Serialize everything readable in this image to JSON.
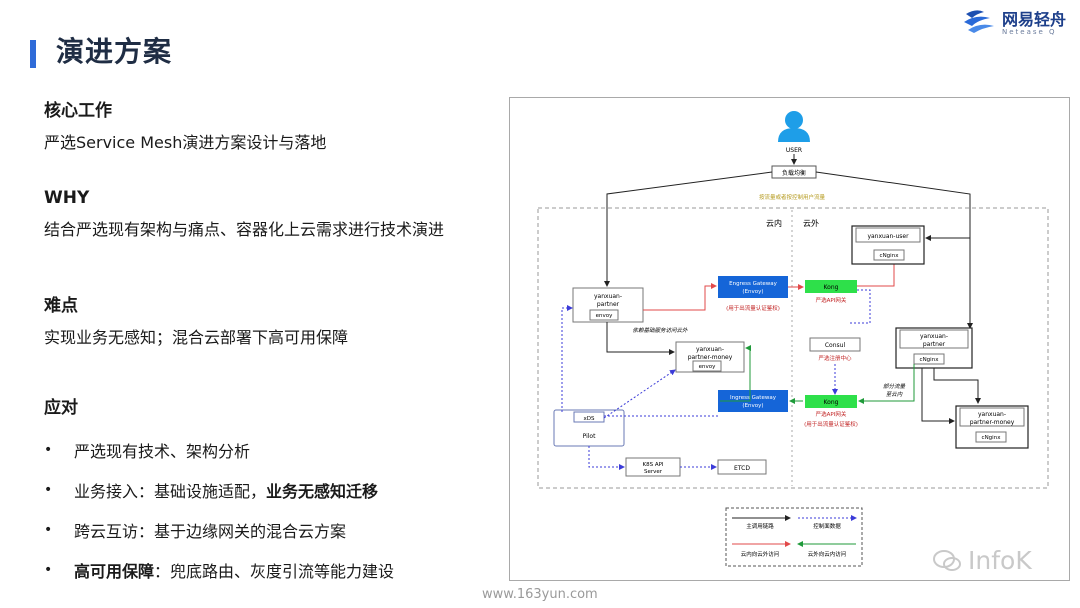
{
  "header": {
    "title": "演进方案"
  },
  "logo": {
    "text": "网易轻舟",
    "sub": "Netease Q"
  },
  "sections": {
    "core": {
      "heading": "核心工作",
      "text": "严选Service Mesh演进方案设计与落地"
    },
    "why": {
      "heading": "WHY",
      "text": "结合严选现有架构与痛点、容器化上云需求进行技术演进"
    },
    "difficulty": {
      "heading": "难点",
      "text": "实现业务无感知；混合云部署下高可用保障"
    },
    "response": {
      "heading": "应对",
      "b1": "严选现有技术、架构分析",
      "b2_pre": "业务接入：基础设施适配，",
      "b2_bold": "业务无感知迁移",
      "b3": "跨云互访：基于边缘网关的混合云方案",
      "b4_bold": "高可用保障",
      "b4_post": "：兜底路由、灰度引流等能力建设"
    }
  },
  "diagram": {
    "user": "USER",
    "lb": "负载均衡",
    "lb_note": "按流量或者按控制用户流量",
    "cloud_in": "云内",
    "cloud_out": "云外",
    "partner_in": [
      "yanxuan-",
      "partner"
    ],
    "envoy": "envoy",
    "egress": [
      "Engress Gateway",
      "(Envoy)"
    ],
    "egress_note": "(用于出流量认证鉴权)",
    "egress_dep": "依赖基础服务访问云外",
    "money_in": [
      "yanxuan-",
      "partner-money"
    ],
    "ingress": [
      "Ingress Gateway",
      "(Envoy)"
    ],
    "xds": "xDS",
    "pilot": "Pilot",
    "k8s": [
      "K8S API",
      "Server"
    ],
    "etcd": "ETCD",
    "kong": "Kong",
    "kong1_label": "严选API网关",
    "kong2_label": "严选API网关",
    "kong2_note": "(用于出流量认证鉴权)",
    "consul": "Consul",
    "consul_label": "严选注册中心",
    "user_out": "yanxuan-user",
    "cnginx": "cNginx",
    "partner_out": [
      "yanxuan-",
      "partner"
    ],
    "split_note": [
      "部分流量",
      "至云内"
    ],
    "money_out": [
      "yanxuan-",
      "partner-money"
    ],
    "legend": {
      "main": "主调用链路",
      "control": "控制面数据",
      "in_to_out": "云内向云外访问",
      "out_to_in": "云外向云内访问"
    }
  },
  "footer": "www.163yun.com",
  "watermark": "InfoK"
}
